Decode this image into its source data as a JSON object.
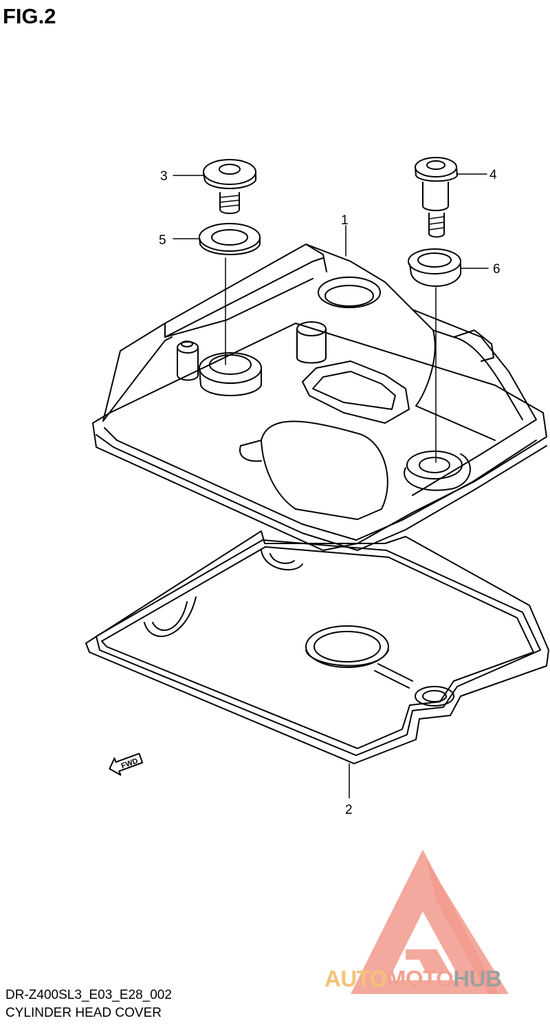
{
  "figure": {
    "label": "FIG.2"
  },
  "callouts": [
    {
      "id": "1",
      "text": "1"
    },
    {
      "id": "2",
      "text": "2"
    },
    {
      "id": "3",
      "text": "3"
    },
    {
      "id": "4",
      "text": "4"
    },
    {
      "id": "5",
      "text": "5"
    },
    {
      "id": "6",
      "text": "6"
    }
  ],
  "direction_marker": {
    "text": "FWD"
  },
  "caption": {
    "model_code": "DR-Z400SL3_E03_E28_002",
    "title": "CYLINDER HEAD COVER"
  },
  "watermark": {
    "part1": "AUTO",
    "part2": "MOTO",
    "part3": "HUB",
    "colors": {
      "auto": "#f6c277",
      "moto": "#f3a28f",
      "hub": "#9f9f9f",
      "triangle": "#f29a8d"
    }
  }
}
